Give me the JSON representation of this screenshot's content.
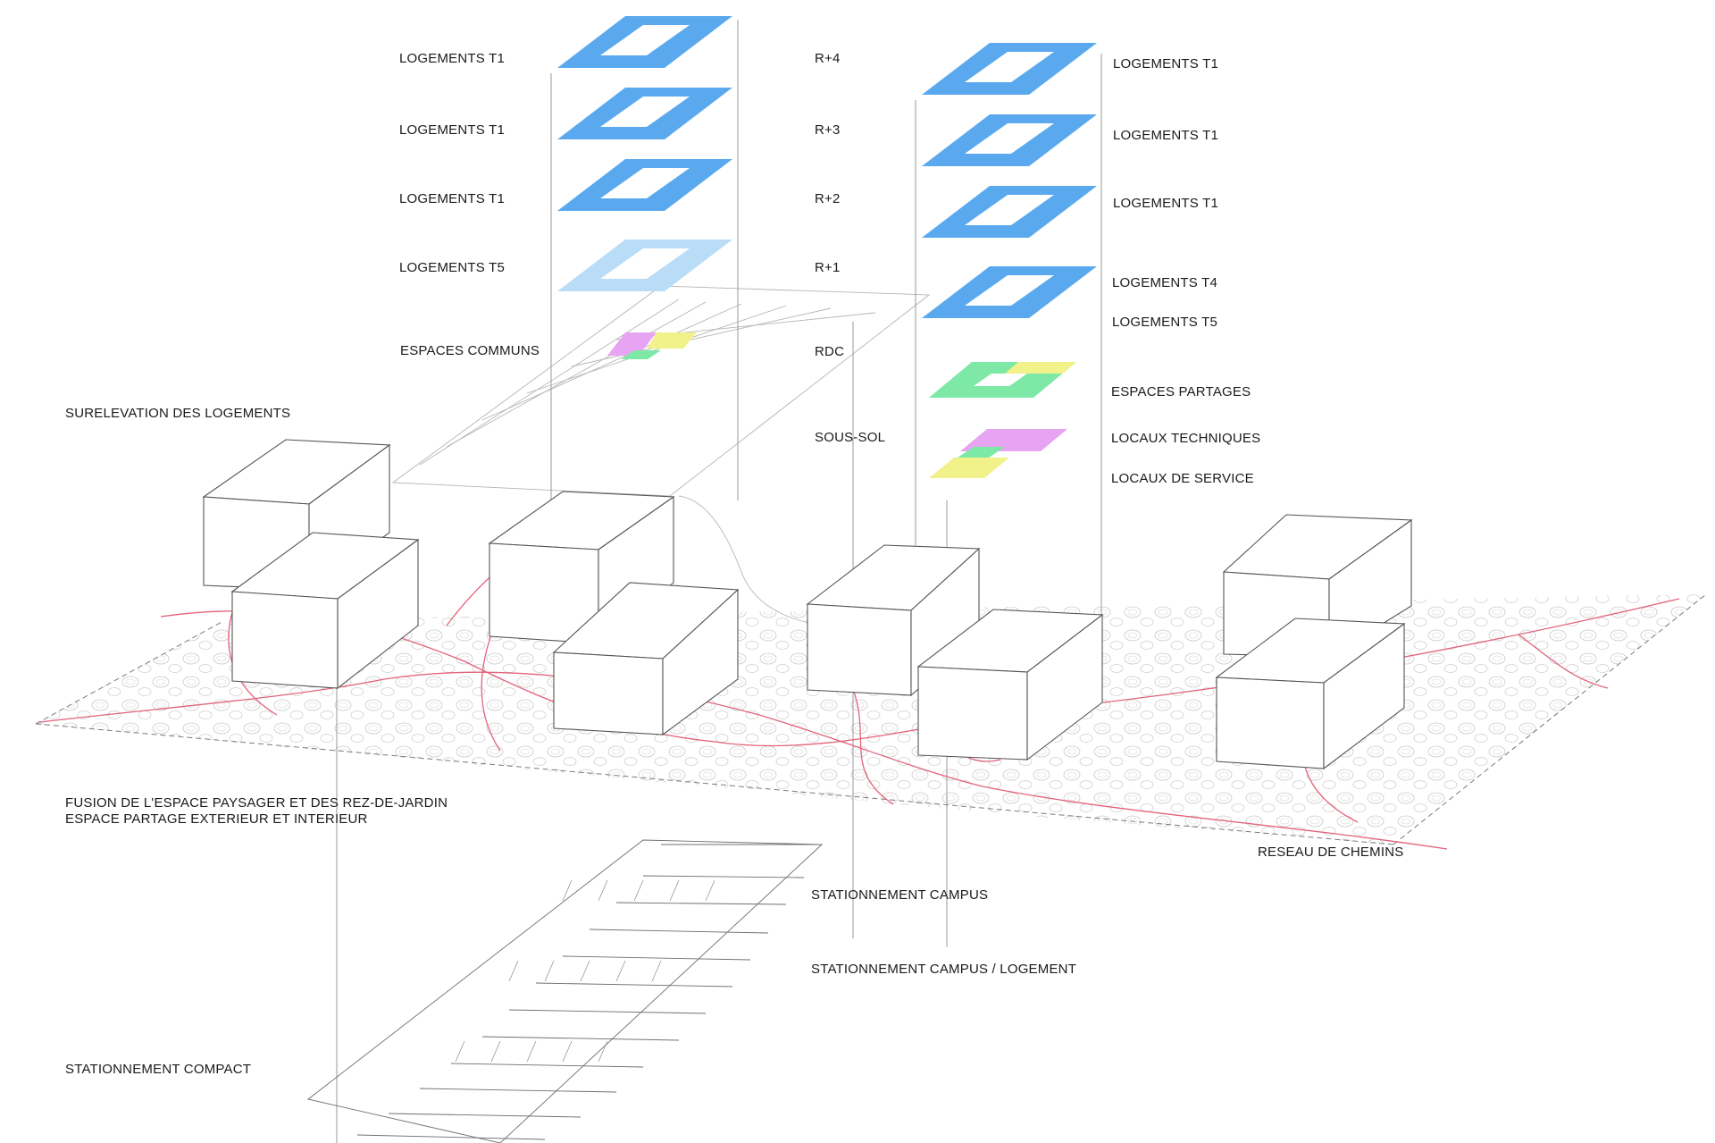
{
  "colors": {
    "logement_blue": "#5aa9ee",
    "logement_light": "#b9dcf7",
    "espaces_partages_green": "#7ee8a6",
    "locaux_techniques_pink": "#e7a4f2",
    "locaux_service_yellow": "#f1f28a",
    "path_red": "#e2637a",
    "line_gray": "#9a9a9a"
  },
  "left_stack": {
    "labels": [
      "LOGEMENTS T1",
      "LOGEMENTS T1",
      "LOGEMENTS T1",
      "LOGEMENTS T5",
      "ESPACES COMMUNS"
    ]
  },
  "levels": {
    "labels": [
      "R+4",
      "R+3",
      "R+2",
      "R+1",
      "RDC",
      "SOUS-SOL"
    ]
  },
  "right_stack": {
    "labels": [
      "LOGEMENTS T1",
      "LOGEMENTS T1",
      "LOGEMENTS T1",
      "LOGEMENTS T4",
      "LOGEMENTS T5",
      "ESPACES PARTAGES",
      "LOCAUX TECHNIQUES",
      "LOCAUX DE SERVICE"
    ]
  },
  "annotations": {
    "surelevation": "SURELEVATION DES LOGEMENTS",
    "fusion_line1": "FUSION DE L'ESPACE PAYSAGER ET DES REZ-DE-JARDIN",
    "fusion_line2": "ESPACE PARTAGE EXTERIEUR ET INTERIEUR",
    "reseau": "RESEAU DE CHEMINS",
    "stationnement_campus": "STATIONNEMENT CAMPUS",
    "stationnement_campus_logement": "STATIONNEMENT CAMPUS / LOGEMENT",
    "stationnement_compact": "STATIONNEMENT COMPACT"
  }
}
